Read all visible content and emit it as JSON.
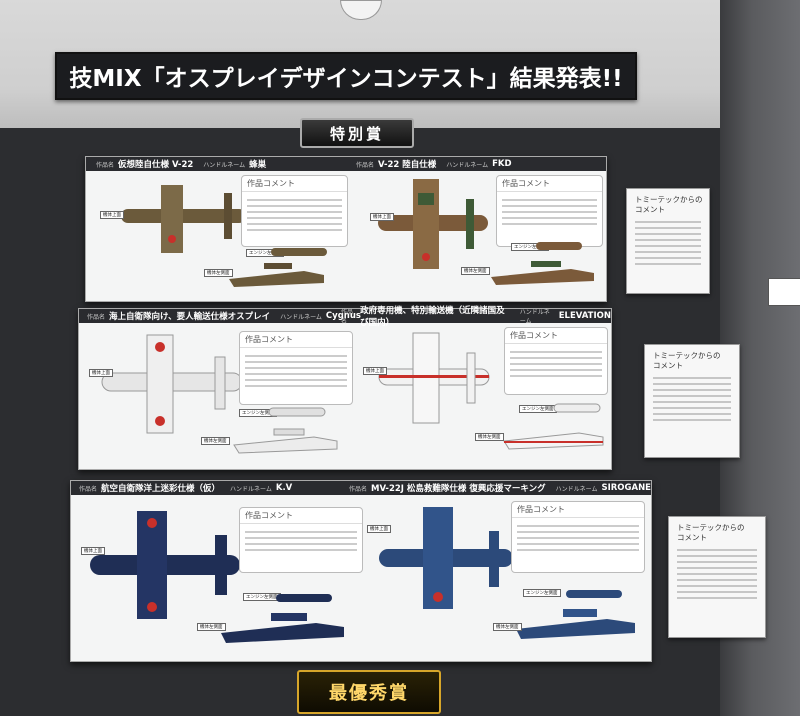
{
  "banner": {
    "title": "技MIX「オスプレイデザインコンテスト」結果発表!!"
  },
  "awards": {
    "special": "特別賞",
    "grand": "最優秀賞"
  },
  "labels": {
    "work": "作品名",
    "handle": "ハンドルネーム",
    "comment": "作品コメント",
    "upper": "機体上面",
    "engine": "エンジン左側面",
    "side": "機体左側面"
  },
  "side_card": {
    "title_l1": "トミーテックからの",
    "title_l2": "コメント"
  },
  "entries": [
    {
      "title": "仮想陸自仕様 V-22",
      "handle": "蜂巣",
      "scheme": "desert"
    },
    {
      "title": "V-22 陸自仕様",
      "handle": "FKD",
      "scheme": "woodland"
    },
    {
      "title": "海上自衛隊向け、要人輸送仕様オスプレイ",
      "handle": "Cygnus",
      "scheme": "white"
    },
    {
      "title": "政府専用機、特別輸送機（近隣諸国及び国内）",
      "handle": "ELEVATION",
      "scheme": "whitered"
    },
    {
      "title": "航空自衛隊洋上迷彩仕様（仮）",
      "handle": "K.V",
      "scheme": "navy"
    },
    {
      "title": "MV-22J 松島救難隊仕様 復興応援マーキング",
      "handle": "SIROGANE",
      "scheme": "blue"
    }
  ],
  "colors": {
    "desert": "#7c6a48",
    "woodland": "#7b5a3a",
    "white": "#e8e8e8",
    "red": "#c8302a",
    "navy": "#1f2e55",
    "blue": "#2c4a7a"
  }
}
